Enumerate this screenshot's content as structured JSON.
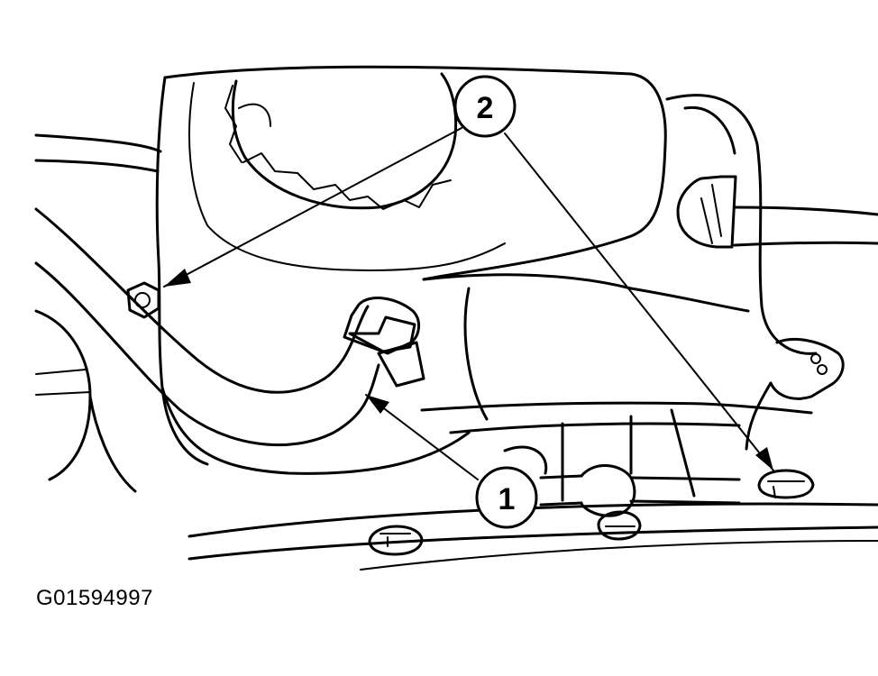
{
  "figure": {
    "id_label": "G01594997"
  },
  "callouts": [
    {
      "number": "1",
      "meaning": ""
    },
    {
      "number": "2",
      "meaning": ""
    }
  ]
}
